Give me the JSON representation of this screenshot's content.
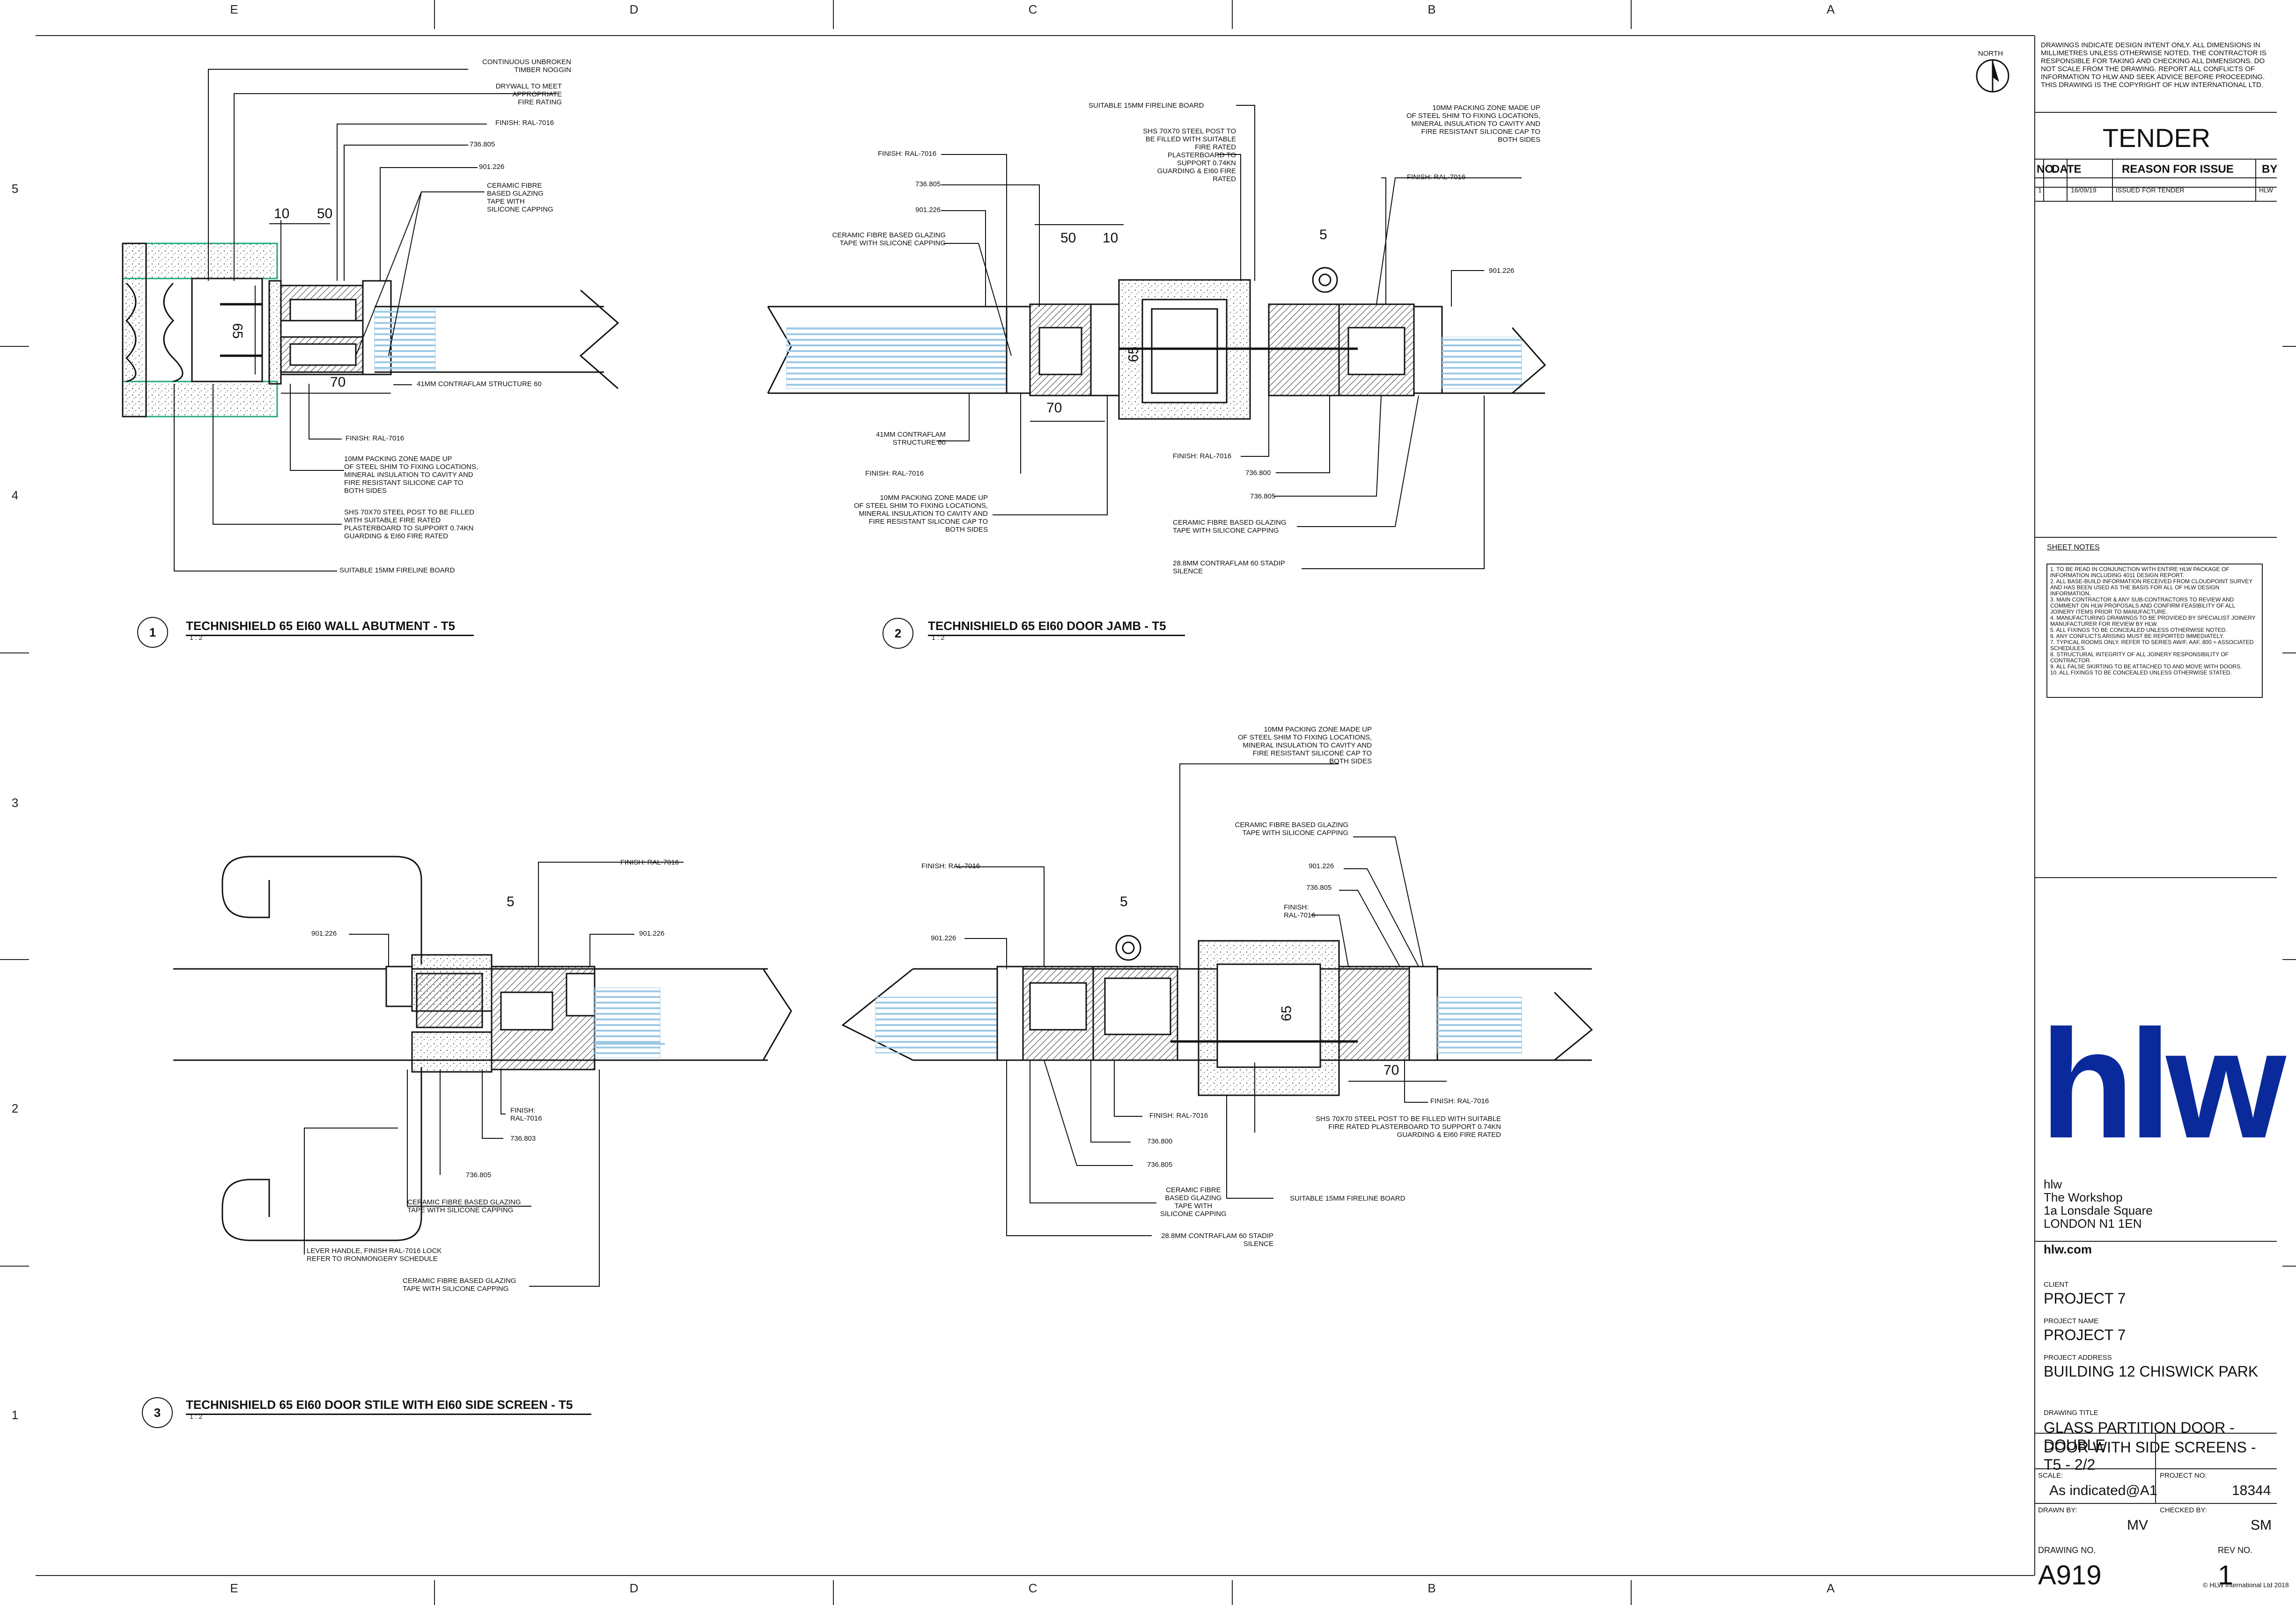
{
  "grid": {
    "columns": [
      "E",
      "D",
      "C",
      "B",
      "A"
    ],
    "rows": [
      "5",
      "4",
      "3",
      "2",
      "1"
    ]
  },
  "north": "NORTH",
  "details": [
    {
      "number": "1",
      "title": "TECHNISHIELD 65 EI60 WALL ABUTMENT - T5",
      "scale": "1 : 2"
    },
    {
      "number": "2",
      "title": "TECHNISHIELD 65 EI60 DOOR JAMB - T5",
      "scale": "1 : 2"
    },
    {
      "number": "3",
      "title": "TECHNISHIELD 65 EI60 DOOR STILE WITH EI60 SIDE SCREEN  - T5",
      "scale": "1 : 2"
    }
  ],
  "dimensions": {
    "d1": [
      "10",
      "50",
      "65",
      "70"
    ],
    "d2": [
      "50",
      "10",
      "65",
      "70",
      "5"
    ],
    "d3": [
      "5"
    ],
    "d4": [
      "5",
      "65",
      "70"
    ]
  },
  "annotations": {
    "d1": {
      "timber": "CONTINUOUS UNBROKEN\nTIMBER NOGGIN",
      "drywall": "DRYWALL TO MEET\nAPPROPRIATE\nFIRE RATING",
      "finish_top": "FINISH: RAL-7016",
      "p736": "736.805",
      "p901": "901.226",
      "tape": "CERAMIC FIBRE\nBASED GLAZING\nTAPE WITH\nSILICONE CAPPING",
      "contraflam": "41MM CONTRAFLAM STRUCTURE 60",
      "finish_bot": "FINISH: RAL-7016",
      "packing": "10MM PACKING ZONE MADE UP\nOF STEEL SHIM TO FIXING LOCATIONS,\nMINERAL INSULATION TO CAVITY AND\nFIRE RESISTANT SILICONE CAP TO\nBOTH SIDES",
      "shs": "SHS 70X70 STEEL POST TO BE FILLED\nWITH SUITABLE FIRE RATED\nPLASTERBOARD TO SUPPORT 0.74KN\nGUARDING & EI60 FIRE RATED",
      "fireline": "SUITABLE 15MM FIRELINE BOARD"
    },
    "d2": {
      "finish_l": "FINISH: RAL-7016",
      "p736": "736.805",
      "p901": "901.226",
      "tape_l": "CERAMIC FIBRE BASED GLAZING\nTAPE WITH SILICONE CAPPING",
      "fireline": "SUITABLE 15MM FIRELINE BOARD",
      "shs": "SHS 70X70 STEEL POST TO\nBE FILLED WITH SUITABLE\nFIRE RATED\nPLASTERBOARD TO\nSUPPORT 0.74KN\nGUARDING & EI60 FIRE\nRATED",
      "packing_r": "10MM PACKING ZONE MADE UP\nOF STEEL SHIM TO FIXING LOCATIONS,\nMINERAL INSULATION TO CAVITY AND\nFIRE RESISTANT SILICONE CAP TO\nBOTH SIDES",
      "finish_r": "FINISH: RAL-7016",
      "p901_r": "901.226",
      "contraflam": "41MM CONTRAFLAM\nSTRUCTURE 60",
      "finish_bl": "FINISH: RAL-7016",
      "packing_b": "10MM PACKING ZONE MADE UP\nOF STEEL SHIM TO FIXING LOCATIONS,\nMINERAL INSULATION TO CAVITY AND\nFIRE RESISTANT SILICONE CAP TO\nBOTH SIDES",
      "finish_b": "FINISH: RAL-7016",
      "p736_800": "736.800",
      "p736_805": "736.805",
      "tape_b": "CERAMIC FIBRE BASED GLAZING\nTAPE WITH SILICONE CAPPING",
      "stadip": "28.8MM CONTRAFLAM 60 STADIP\nSILENCE"
    },
    "d3": {
      "finish_t": "FINISH: RAL-7016",
      "p901_l": "901.226",
      "p901_r": "901.226",
      "finish_m": "FINISH:\nRAL-7016",
      "p736_803": "736.803",
      "p736_805": "736.805",
      "tape1": "CERAMIC FIBRE BASED GLAZING\nTAPE WITH SILICONE CAPPING",
      "lever": "LEVER HANDLE, FINISH RAL-7016 LOCK\nREFER TO IRONMONGERY SCHEDULE",
      "tape2": "CERAMIC FIBRE BASED GLAZING\nTAPE WITH SILICONE CAPPING"
    },
    "d4": {
      "packing": "10MM PACKING ZONE MADE UP\nOF STEEL SHIM TO FIXING LOCATIONS,\nMINERAL INSULATION TO CAVITY AND\nFIRE RESISTANT SILICONE CAP TO\nBOTH SIDES",
      "tape_t": "CERAMIC FIBRE BASED GLAZING\nTAPE WITH SILICONE CAPPING",
      "finish_l": "FINISH: RAL-7016",
      "p901_r": "901.226",
      "p736_r": "736.805",
      "finish_r": "FINISH:\nRAL-7016",
      "p901_l": "901.226",
      "finish_b": "FINISH: RAL-7016",
      "finish_mid": "FINISH: RAL-7016",
      "shs": "SHS 70X70 STEEL POST TO BE FILLED WITH SUITABLE\nFIRE RATED PLASTERBOARD TO SUPPORT 0.74KN\nGUARDING & EI60 FIRE RATED",
      "p736_800": "736.800",
      "p736_805": "736.805",
      "tape_b": "CERAMIC FIBRE\nBASED GLAZING\nTAPE WITH\nSILICONE CAPPING",
      "fireline": "SUITABLE 15MM FIRELINE BOARD",
      "stadip": "28.8MM CONTRAFLAM 60 STADIP\nSILENCE"
    }
  },
  "title_block": {
    "disclaimer": "DRAWINGS INDICATE DESIGN INTENT ONLY. ALL DIMENSIONS IN MILLIMETRES UNLESS OTHERWISE NOTED. THE CONTRACTOR IS RESPONSIBLE FOR TAKING AND CHECKING ALL DIMENSIONS. DO NOT SCALE FROM THE DRAWING. REPORT ALL CONFLICTS OF INFORMATION TO HLW AND SEEK ADVICE BEFORE PROCEEDING. THIS DRAWING IS THE COPYRIGHT OF HLW INTERNATIONAL LTD.",
    "status": "TENDER",
    "rev_headers": [
      "NO.",
      "DATE",
      "REASON FOR ISSUE",
      "BY"
    ],
    "rev_rows": [
      [
        "1",
        "16/09/19",
        "ISSUED FOR TENDER",
        "HLW"
      ]
    ],
    "sheet_notes_title": "SHEET NOTES",
    "sheet_notes": [
      "1.   TO BE READ IN CONJUNCTION WITH ENTIRE HLW PACKAGE OF INFORMATION INCLUDING 4011 DESIGN REPORT.",
      "2.   ALL BASE-BUILD INFORMATION RECEIVED FROM CLOUDPOINT SURVEY  AND HAS BEEN USED AS THE BASIS FOR ALL OF HLW DESIGN INFORMATION.",
      "3.   MAIN CONTRACTOR & ANY SUB-CONTRACTORS TO REVIEW AND COMMENT ON HLW PROPOSALS AND CONFIRM FEASIBILITY OF ALL JOINERY ITEMS PRIOR TO MANUFACTURE.",
      "4.   MANUFACTURING DRAWINGS TO BE PROVIDED BY SPECIALIST JOINERY MANUFACTURER FOR REVIEW BY HLW.",
      "5.   ALL FIXINGS TO BE CONCEALED UNLESS OTHERWISE NOTED.",
      "6.   ANY CONFLICTS ARISING MUST BE REPORTED IMMEDIATELY.",
      "7.   TYPICAL ROOMS ONLY. REFER TO SERIES AW/F, AAF, 800 = ASSOCIATED SCHEDULES",
      "8.   STRUCTURAL INTEGRITY OF ALL JOINERY RESPONSIBILITY OF CONTRACTOR.",
      "9.   ALL FALSE SKIRTING TO BE ATTACHED TO AND MOVE WITH DOORS.",
      "10.  ALL FIXINGS TO BE CONCEALED UNLESS OTHERWISE STATED."
    ],
    "logo": "hlw",
    "address": [
      "hlw",
      "The Workshop",
      "1a Lonsdale Square",
      "LONDON N1 1EN"
    ],
    "website": "hlw.com",
    "client_label": "CLIENT",
    "client": "PROJECT 7",
    "project_name_label": "PROJECT NAME",
    "project_name": "PROJECT 7",
    "project_address_label": "PROJECT ADDRESS",
    "project_address": "BUILDING 12 CHISWICK PARK",
    "drawing_title_label": "DRAWING TITLE",
    "drawing_title": [
      "GLASS PARTITION DOOR - DOUBLE",
      "DOOR WITH SIDE SCREENS - T5 - 2/2"
    ],
    "scale_label": "SCALE:",
    "scale": "As indicated@A1",
    "project_no_label": "PROJECT NO:",
    "project_no": "18344",
    "drawn_by_label": "DRAWN BY:",
    "drawn_by": "MV",
    "checked_by_label": "CHECKED BY:",
    "checked_by": "SM",
    "drawing_no_label": "DRAWING NO.",
    "drawing_no": "A919",
    "rev_no_label": "REV NO.",
    "rev_no": "1",
    "copyright": "© HLW International Ltd 2018"
  },
  "colors": {
    "line": "#111111",
    "glass": "#9cc9e6",
    "logo": "#0a2a9c"
  }
}
